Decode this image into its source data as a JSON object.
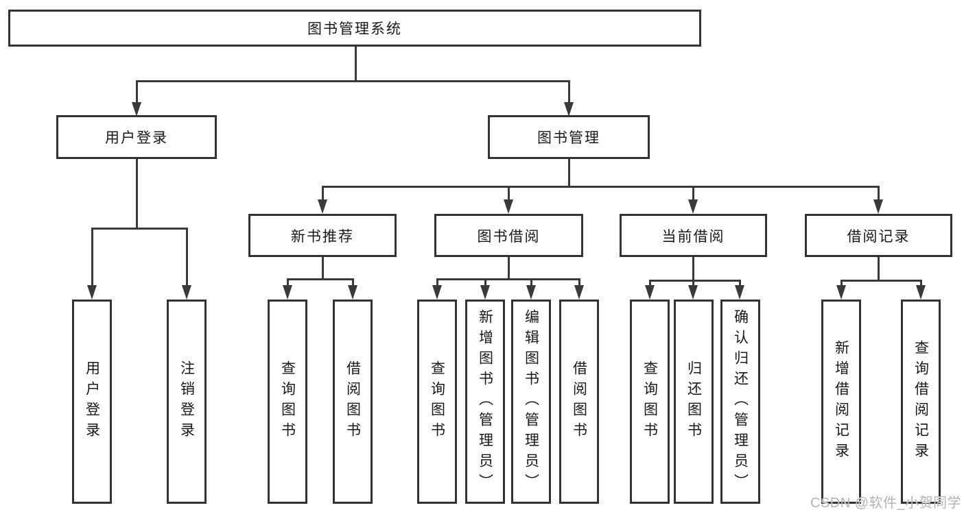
{
  "diagram_title": "图书管理系统",
  "colors": {
    "background": "#ffffff",
    "box_border": "#303236",
    "connector_line": "#383a3e",
    "text": "#17181a",
    "watermark": "#b3b3b3"
  },
  "nodes": {
    "root": {
      "label": "图书管理系统"
    },
    "level2": [
      {
        "label": "用户登录"
      },
      {
        "label": "图书管理"
      }
    ],
    "level3": [
      {
        "label": "新书推荐"
      },
      {
        "label": "图书借阅"
      },
      {
        "label": "当前借阅"
      },
      {
        "label": "借阅记录"
      }
    ],
    "leaves": [
      {
        "label": "用户登录"
      },
      {
        "label": "注销登录"
      },
      {
        "label": "查询图书"
      },
      {
        "label": "借阅图书"
      },
      {
        "label": "查询图书"
      },
      {
        "label": "新增图书（管理员）"
      },
      {
        "label": "编辑图书（管理员）"
      },
      {
        "label": "借阅图书"
      },
      {
        "label": "查询图书"
      },
      {
        "label": "归还图书"
      },
      {
        "label": "确认归还（管理员）"
      },
      {
        "label": "新增借阅记录"
      },
      {
        "label": "查询借阅记录"
      }
    ]
  },
  "hierarchy": {
    "图书管理系统": [
      "用户登录",
      "图书管理"
    ],
    "用户登录": [
      "用户登录",
      "注销登录"
    ],
    "图书管理": [
      "新书推荐",
      "图书借阅",
      "当前借阅",
      "借阅记录"
    ],
    "新书推荐": [
      "查询图书",
      "借阅图书"
    ],
    "图书借阅": [
      "查询图书",
      "新增图书（管理员）",
      "编辑图书（管理员）",
      "借阅图书"
    ],
    "当前借阅": [
      "查询图书",
      "归还图书",
      "确认归还（管理员）"
    ],
    "借阅记录": [
      "新增借阅记录",
      "查询借阅记录"
    ]
  },
  "watermark": {
    "text": "CSDN @软件_小贺同学"
  }
}
